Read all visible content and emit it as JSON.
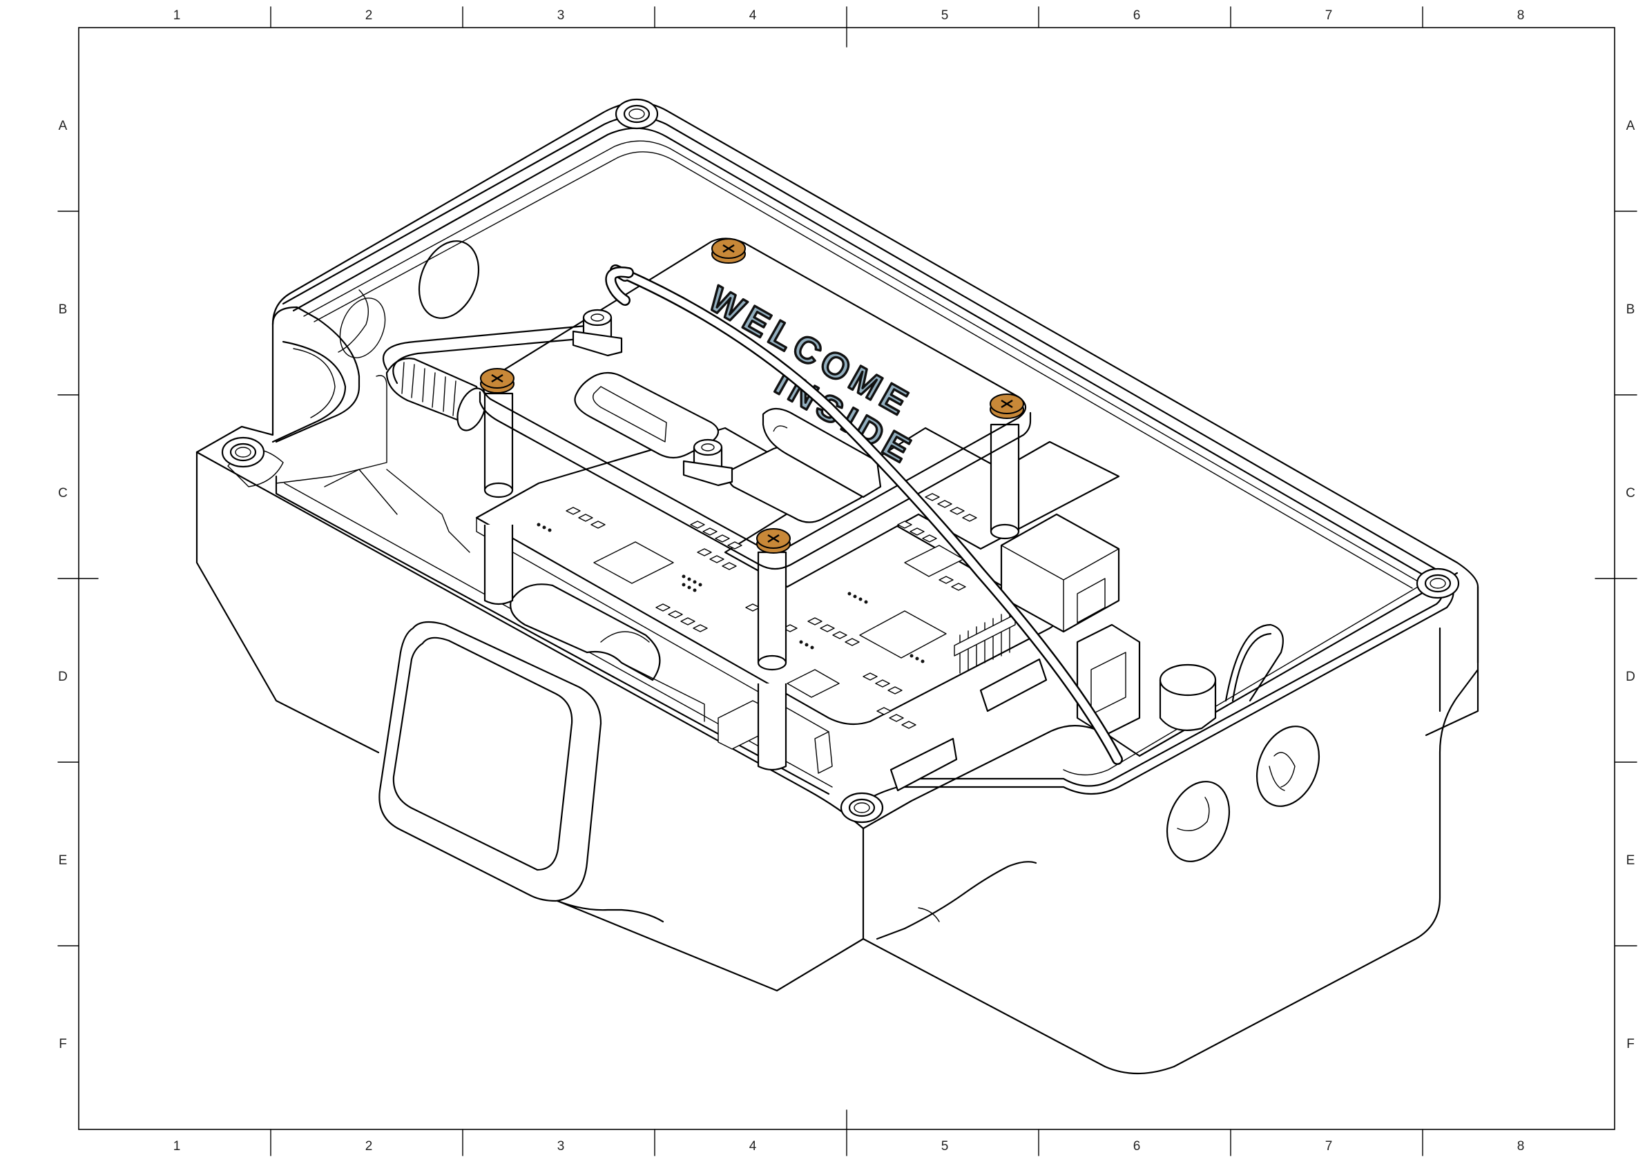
{
  "drawing": {
    "columns": [
      "1",
      "2",
      "3",
      "4",
      "5",
      "6",
      "7",
      "8"
    ],
    "rows": [
      "A",
      "B",
      "C",
      "D",
      "E",
      "F"
    ]
  },
  "plate": {
    "engraving_line1": "WELCOME",
    "engraving_line2": "INSIDE",
    "plate_color": "#93afbf",
    "screw_color": "#c88838"
  }
}
